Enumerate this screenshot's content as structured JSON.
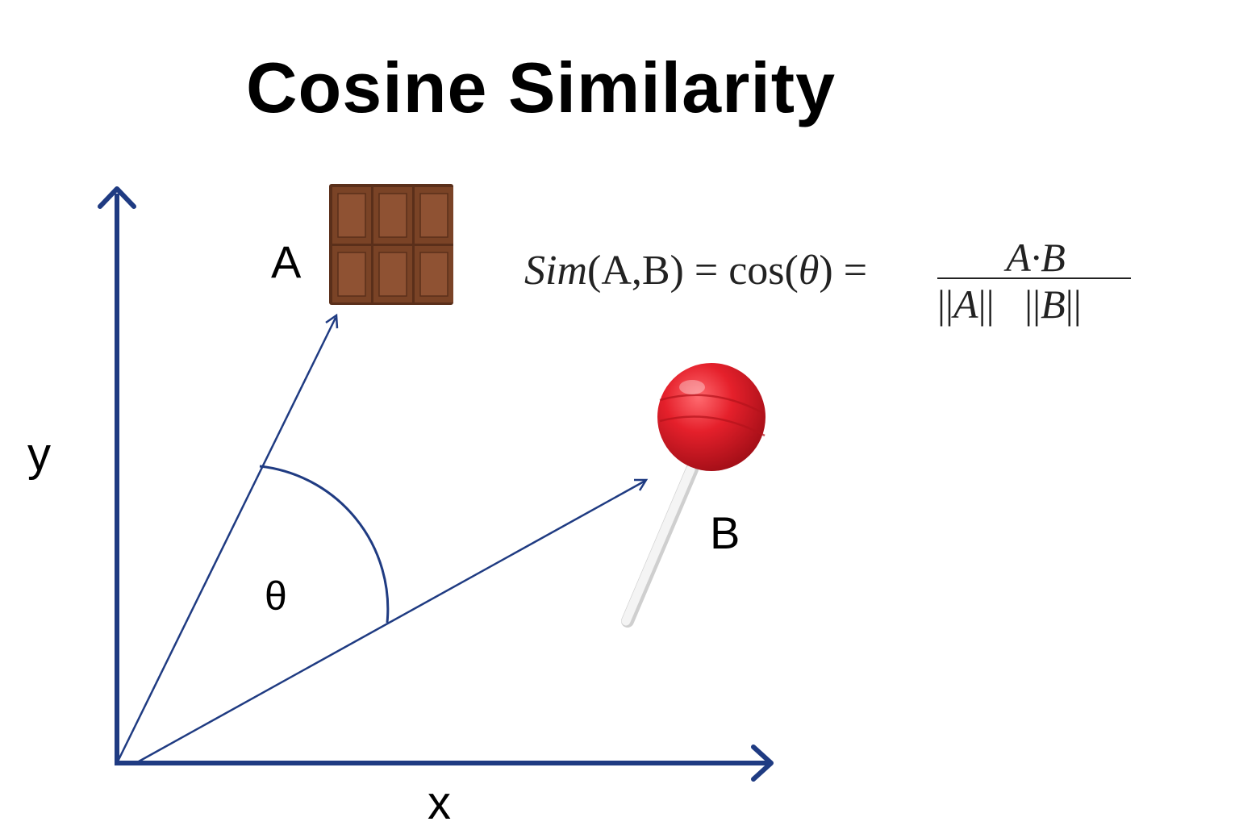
{
  "title": "Cosine Similarity",
  "axes": {
    "x_label": "x",
    "y_label": "y",
    "color": "#1f3b82"
  },
  "vectors": {
    "a": {
      "label": "A",
      "object": "chocolate-bar",
      "colors": {
        "base": "#7a4326",
        "face": "#8f5233",
        "shadow": "#5a2f1a"
      }
    },
    "b": {
      "label": "B",
      "object": "lollipop",
      "colors": {
        "candy": "#e5202b",
        "stick": "#f2f2f2"
      }
    }
  },
  "angle": {
    "symbol": "θ"
  },
  "formula": {
    "sim_fn": "Sim",
    "sim_args": "(A,B)",
    "eq1": "=",
    "cos": "cos(",
    "theta": "θ",
    "cos_close": ")",
    "eq2": "=",
    "numerator": "A·B",
    "norm_a_open": "||",
    "norm_a_var": "A",
    "norm_a_close": "||",
    "norm_b_open": "||",
    "norm_b_var": "B",
    "norm_b_close": "||"
  }
}
